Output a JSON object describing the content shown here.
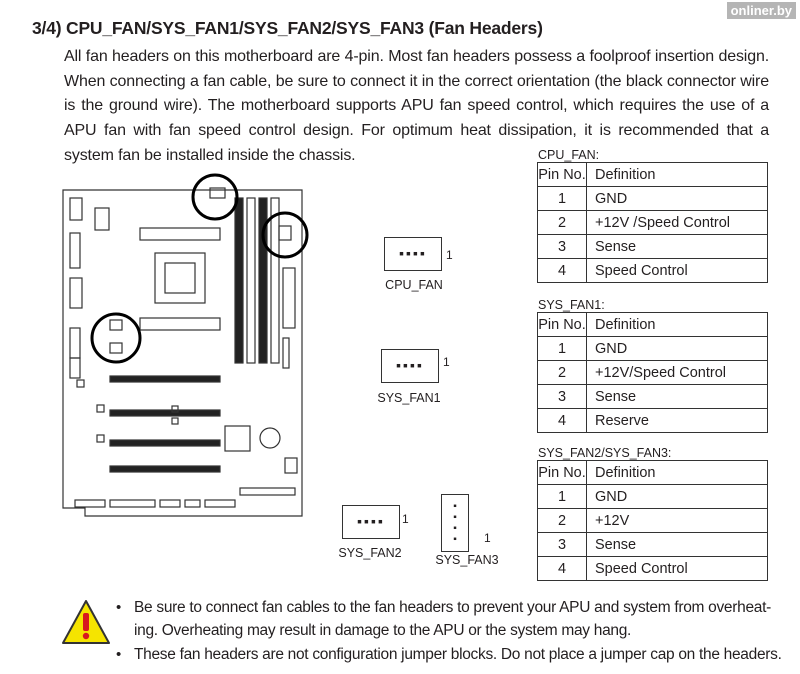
{
  "title": "3/4) CPU_FAN/SYS_FAN1/SYS_FAN2/SYS_FAN3 (Fan Headers)",
  "description": "All fan headers on this motherboard are 4-pin. Most fan headers possess a foolproof insertion design. When connecting a fan cable, be sure to connect it in the correct orientation (the black connector wire is the ground wire). The motherboard supports APU fan speed control, which requires the use of a APU fan with fan speed control design. For optimum heat dissipation, it is recommended that a system fan be installed inside the chassis.",
  "tables": [
    {
      "label": "CPU_FAN:",
      "headers": [
        "Pin No.",
        "Definition"
      ],
      "rows": [
        [
          "1",
          "GND"
        ],
        [
          "2",
          "+12V /Speed Control"
        ],
        [
          "3",
          "Sense"
        ],
        [
          "4",
          "Speed Control"
        ]
      ]
    },
    {
      "label": "SYS_FAN1:",
      "headers": [
        "Pin No.",
        "Definition"
      ],
      "rows": [
        [
          "1",
          "GND"
        ],
        [
          "2",
          "+12V/Speed Control"
        ],
        [
          "3",
          "Sense"
        ],
        [
          "4",
          "Reserve"
        ]
      ]
    },
    {
      "label": "SYS_FAN2/SYS_FAN3:",
      "headers": [
        "Pin No.",
        "Definition"
      ],
      "rows": [
        [
          "1",
          "GND"
        ],
        [
          "2",
          "+12V"
        ],
        [
          "3",
          "Sense"
        ],
        [
          "4",
          "Speed Control"
        ]
      ]
    }
  ],
  "connectors": {
    "cpu_fan": "CPU_FAN",
    "sys_fan1": "SYS_FAN1",
    "sys_fan2": "SYS_FAN2",
    "sys_fan3": "SYS_FAN3",
    "pin1": "1"
  },
  "warnings": [
    "Be sure to connect fan cables to the fan headers to prevent your APU and system from overheat-",
    "ing. Overheating may result in damage to the APU or the system may hang.",
    "These fan headers are not configuration jumper blocks. Do not place a jumper cap on the headers."
  ],
  "watermark": "onliner.by"
}
